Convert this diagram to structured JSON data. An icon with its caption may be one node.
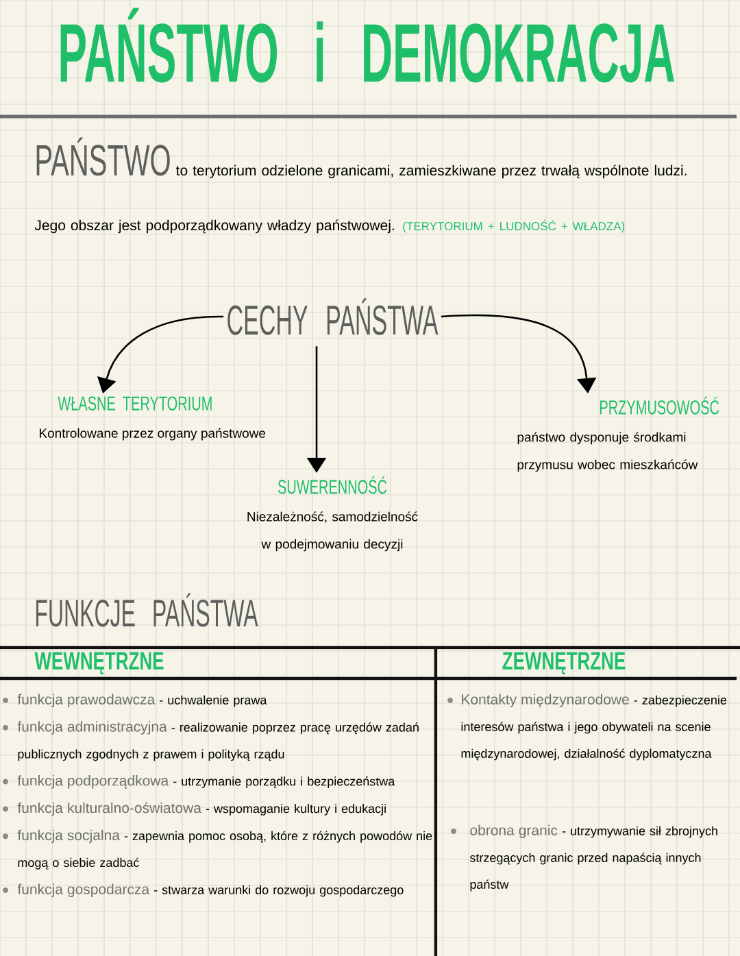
{
  "diagram": {
    "title": "PAŃSTWO i DEMOKRACJA",
    "nodes": [
      {
        "text": [
          "CECHY PAŃSTWA"
        ]
      },
      {
        "text": [
          "WŁASNE TERYTORIUM",
          "Kontrolowane przez organy państwowe"
        ]
      },
      {
        "text": [
          "PRZYMUSOWOŚĆ",
          "państwo dysponuje środkami przymusu wobec mieszkańców"
        ]
      },
      {
        "text": [
          "SUWERENNOŚĆ",
          "Niezależność, samodzielność w podejmowaniu decyzji"
        ]
      }
    ],
    "edges": [
      {
        "from": 0,
        "to": 1,
        "arrow": "to"
      },
      {
        "from": 0,
        "to": 3,
        "arrow": "to"
      },
      {
        "from": 0,
        "to": 2,
        "arrow": "to"
      }
    ],
    "labels": [
      "PAŃSTWO",
      "to terytorium odzielone granicami, zamieszkiwane przez trwałą wspólnote ludzi. Jego obszar jest podporządkowany władzy państwowej.",
      "(TERYTORIUM + LUDNOŚĆ + WŁADZA)",
      "FUNKCJE PAŃSTWA",
      "WEWNĘTRZNE",
      "ZEWNĘTRZNE",
      "funkcja prawodawcza",
      "- uchwalenie prawa",
      "funkcja administracyjna",
      "- realizowanie poprzez pracę urzędów zadań publicznych zgodnych z prawem i polityką rządu",
      "funkcja podporządkowa",
      "- utrzymanie porządku i bezpieczeństwa",
      "funkcja kulturalno-oświatowa",
      "- wspomaganie kultury i edukacji",
      "funkcja socjalna",
      "- zapewnia pomoc osobą, które z różnych powodów nie mogą o siebie zadbać",
      "funkcja gospodarcza",
      "- stwarza warunki do rozwoju gospodarczego",
      "Kontakty międzynarodowe",
      "- zabezpieczenie interesów państwa i jego obywateli na scenie międzynarodowej, działalność dyplomatyczna",
      "obrona granic",
      "- utrzymywanie sił zbrojnych strzegących granic przed napaścią innych państw"
    ]
  }
}
